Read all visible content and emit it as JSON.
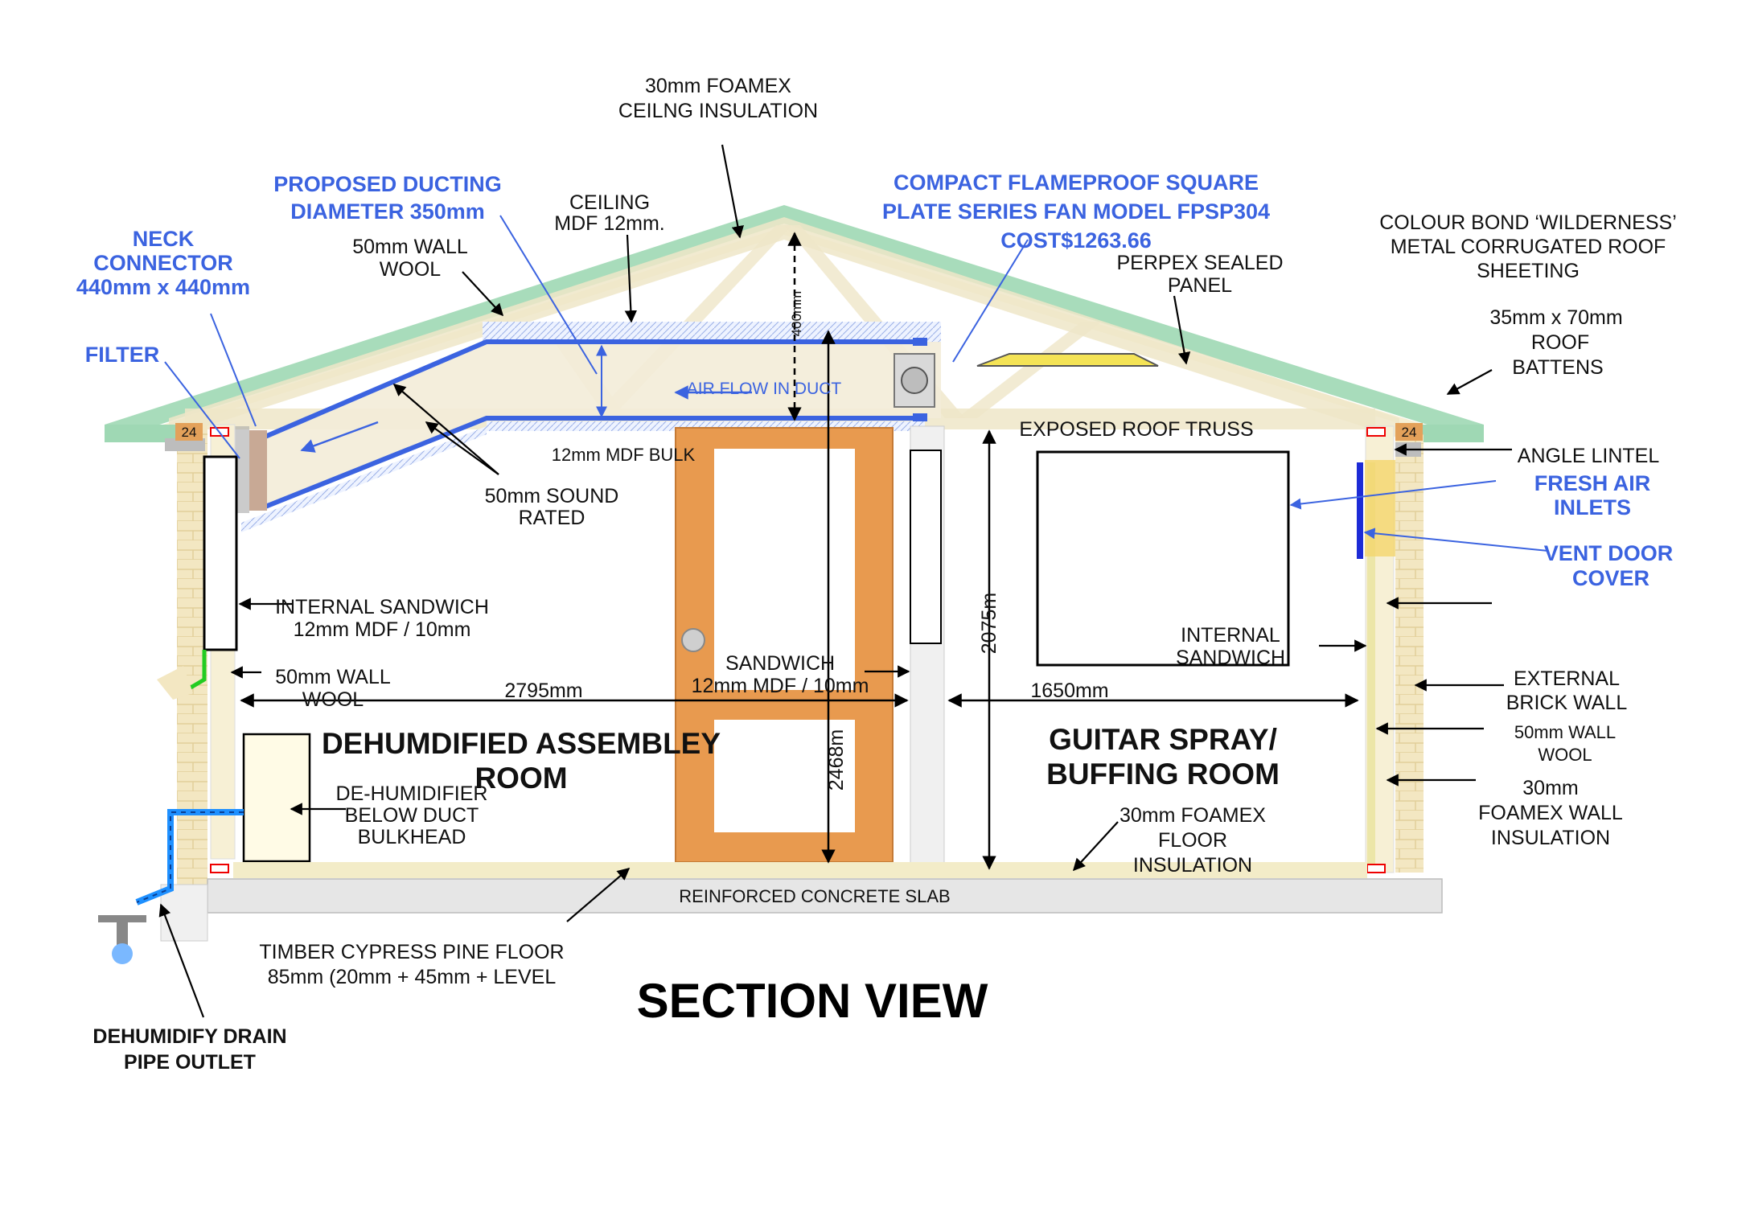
{
  "title": "SECTION VIEW",
  "colors": {
    "roof": "#9fd8b4",
    "truss": "#efe6c8",
    "brick": "#f3e7c2",
    "duct": "#3b63e0",
    "door": "#e89a4f",
    "slab": "#e6e6e6",
    "annotation_blue": "#3b63e0",
    "drain_blue": "#1e90ff",
    "green_seal": "#22cc22"
  },
  "rooms": {
    "left_line1": "DEHUMDIFIED ASSEMBLEY",
    "left_line2": "ROOM",
    "right_line1": "GUITAR SPRAY/",
    "right_line2": "BUFFING ROOM"
  },
  "dimensions": {
    "left_width": "2795mm",
    "right_width": "1650mm",
    "height_left": "2468m",
    "height_right": "2075m",
    "truss_height": "400mm"
  },
  "labels": {
    "foamex_ceiling_1": "30mm FOAMEX",
    "foamex_ceiling_2": "CEILNG INSULATION",
    "proposed_ducting_1": "PROPOSED DUCTING",
    "proposed_ducting_2": "DIAMETER 350mm",
    "ceiling_1": "CEILING",
    "ceiling_2": "MDF 12mm.",
    "wall_wool_top_1": "50mm WALL",
    "wall_wool_top_2": "WOOL",
    "neck_1": "NECK",
    "neck_2": "CONNECTOR",
    "neck_3": "440mm x 440mm",
    "filter": "FILTER",
    "fan_1": "COMPACT FLAMEPROOF SQUARE",
    "fan_2": "PLATE SERIES FAN MODEL FPSP304",
    "fan_3": "COST$1263.66",
    "perspex_1": "PERPEX SEALED",
    "perspex_2": "PANEL",
    "colorbond_1": "COLOUR BOND ‘WILDERNESS’",
    "colorbond_2": "METAL CORRUGATED ROOF",
    "colorbond_3": "SHEETING",
    "battens_1": "35mm x 70mm",
    "battens_2": "ROOF",
    "battens_3": "BATTENS",
    "air_flow": "AIR FLOW IN DUCT",
    "bulkhead": "12mm MDF BULK",
    "exposed_truss": "EXPOSED ROOF TRUSS",
    "angle_lintel": "ANGLE LINTEL",
    "fresh_air_1": "FRESH AIR",
    "fresh_air_2": "INLETS",
    "vent_door_1": "VENT DOOR",
    "vent_door_2": "COVER",
    "sound_rated_1": "50mm SOUND",
    "sound_rated_2": "RATED",
    "internal_sandwich_left_1": "INTERNAL SANDWICH",
    "internal_sandwich_left_2": "12mm MDF / 10mm",
    "sandwich_mid_1": "SANDWICH",
    "sandwich_mid_2": "12mm MDF / 10mm",
    "internal_sandwich_right_1": "INTERNAL",
    "internal_sandwich_right_2": "SANDWICH",
    "wall_wool_left_1": "50mm WALL",
    "wall_wool_left_2": "WOOL",
    "external_brick_1": "EXTERNAL",
    "external_brick_2": "BRICK WALL",
    "wall_wool_right_1": "50mm WALL",
    "wall_wool_right_2": "WOOL",
    "foamex_wall_1": "30mm",
    "foamex_wall_2": "FOAMEX WALL",
    "foamex_wall_3": "INSULATION",
    "dehumidifier_1": "DE-HUMIDIFIER",
    "dehumidifier_2": "BELOW DUCT",
    "dehumidifier_3": "BULKHEAD",
    "foamex_floor_1": "30mm FOAMEX",
    "foamex_floor_2": "FLOOR",
    "foamex_floor_3": "INSULATION",
    "slab": "REINFORCED CONCRETE SLAB",
    "timber_1": "TIMBER CYPRESS PINE FLOOR",
    "timber_2": "85mm (20mm + 45mm + LEVEL",
    "drain_1": "DEHUMIDIFY DRAIN",
    "drain_2": "PIPE OUTLET",
    "brick_tag_left": "24",
    "brick_tag_right": "24"
  }
}
